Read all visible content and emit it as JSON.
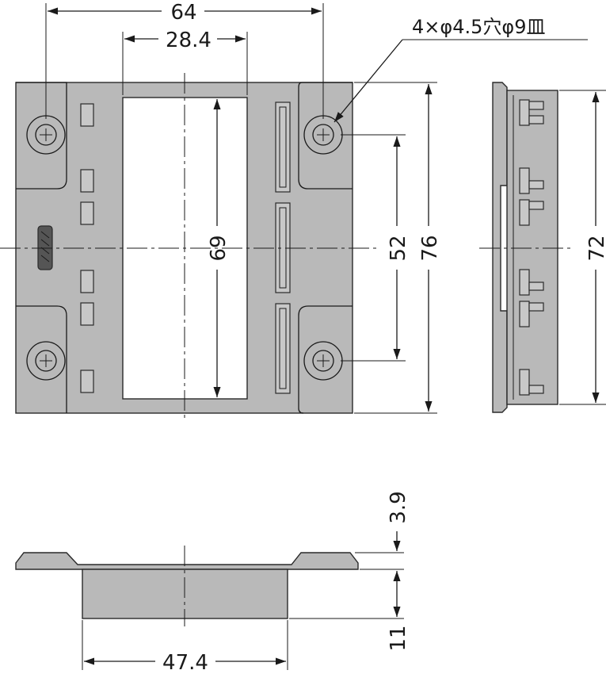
{
  "dimensions": {
    "hole_pitch_width": "64",
    "opening_width": "28.4",
    "hole_note": "4×φ4.5穴φ9皿",
    "opening_height": "69",
    "hole_pitch_height": "52",
    "overall_height": "76",
    "side_height": "72",
    "flange_thickness": "3.9",
    "body_depth": "11",
    "body_width": "47.4"
  },
  "colors": {
    "part_fill": "#b9b9b9",
    "outline": "#2a2a2a"
  }
}
